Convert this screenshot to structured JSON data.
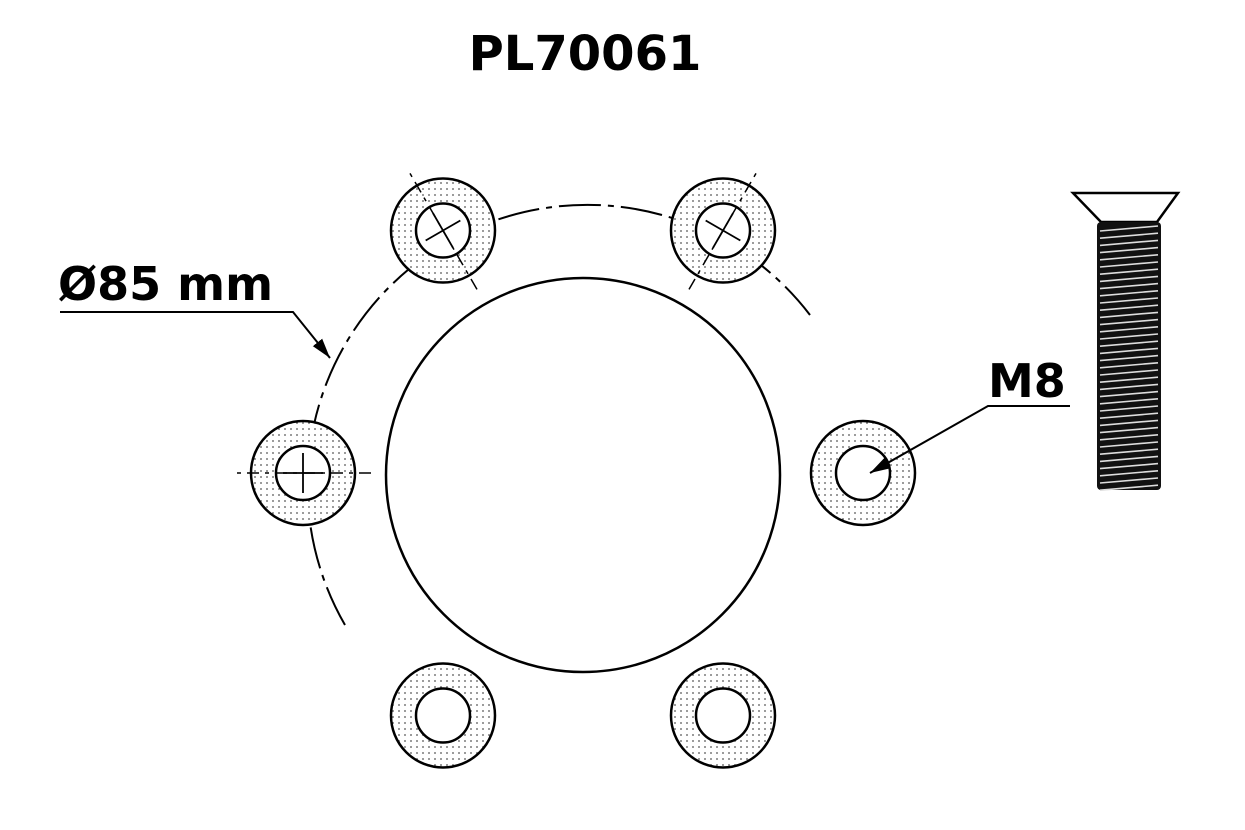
{
  "title": "PL70061",
  "bolt_circle_label": "Ø85 mm",
  "screw_label": "M8",
  "colors": {
    "line": "#000000",
    "fill": "#ffffff",
    "dots": "#555555"
  }
}
